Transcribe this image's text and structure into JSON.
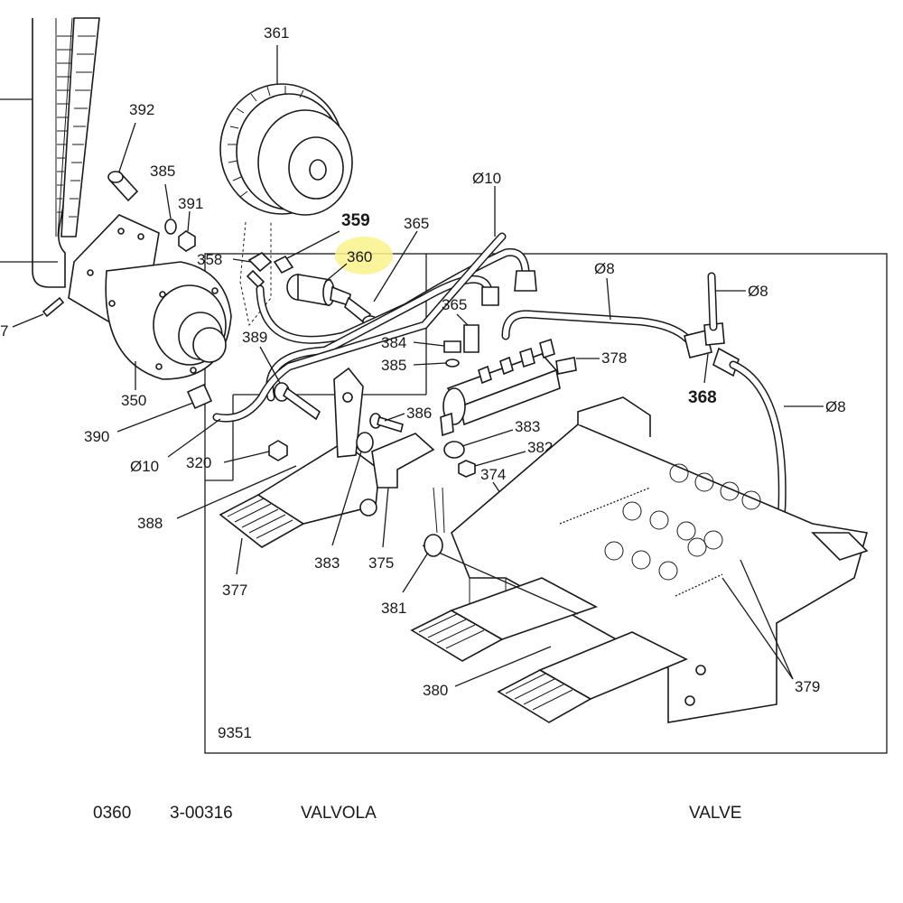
{
  "diagram": {
    "figure_code": "9351",
    "highlighted_part": "360",
    "highlight_color": "#fbf28c",
    "labels": {
      "p361": "361",
      "p392": "392",
      "p385a": "385",
      "p391": "391",
      "p359": "359",
      "p365a": "365",
      "p360": "360",
      "p358": "358",
      "p7": "7",
      "d10a": "Ø10",
      "d8a": "Ø8",
      "d8b": "Ø8",
      "d8c": "Ø8",
      "p365b": "365",
      "p384": "384",
      "p385b": "385",
      "p378": "378",
      "p368": "368",
      "p389": "389",
      "p350": "350",
      "p386": "386",
      "p390": "390",
      "p383a": "383",
      "p382": "382",
      "d10b": "Ø10",
      "p320": "320",
      "p374": "374",
      "p388": "388",
      "p383b": "383",
      "p375": "375",
      "p377": "377",
      "p381": "381",
      "p380": "380",
      "p379": "379"
    }
  },
  "parts_row": {
    "number": "0360",
    "code": "3-00316",
    "name_it": "VALVOLA",
    "name_en": "VALVE"
  }
}
